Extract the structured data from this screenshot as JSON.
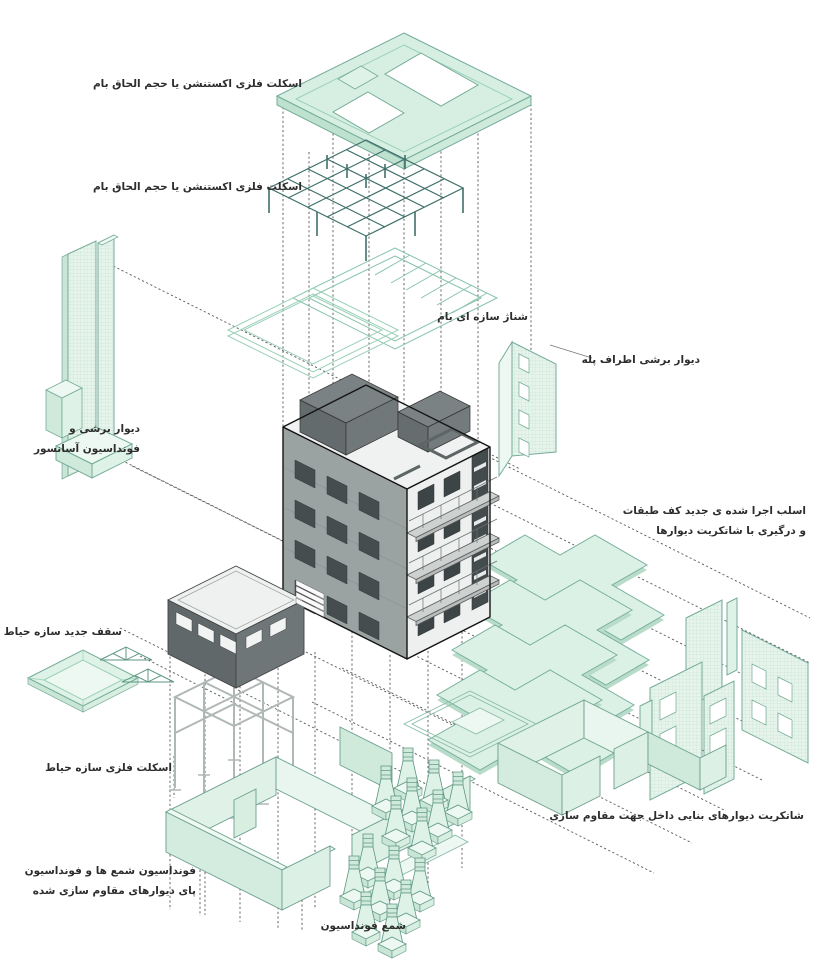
{
  "colors": {
    "mint_fill": "#d6efe2",
    "mint_light": "#ecf8f1",
    "mint_side": "#bfe2d0",
    "teal_stroke": "#74ab99",
    "steel_frame_teal": "#3f6f69",
    "building_gray": "#9aa2a2",
    "building_light_face": "#eef0ef",
    "building_dark_walls": "#5d6567",
    "courtyard_frame_gray": "#b0b8b7",
    "projection_line": "#5a5a5a",
    "text": "#2d2d2d"
  },
  "labels": {
    "roof_volume_top": "اسکلت فلزی اکستنشن یا حجم الحاق بام",
    "roof_volume_frame": "اسکلت فلزی اکستنشن یا حجم الحاق بام",
    "roof_tie": "شناژ سازه ای بام",
    "stair_shear_wall": "دیوار برشی  اطراف پله",
    "elevator_line1": "دیوار برشی و",
    "elevator_line2": "فونداسیون آسانسور",
    "slabs_line1": "اسلب اجرا شده ی جدید کف طبقات",
    "slabs_line2": "و درگیری با شاتکریت دیوارها",
    "shotcrete_walls": "شاتکریت دیوارهای بنایی داخل جهت مقاوم سازی",
    "courtyard_roof": "سقف جدید سازه حیاط",
    "courtyard_frame": "اسکلت فلزی سازه حیاط",
    "foundation_line1": "فونداسیون شمع ها و فونداسیون",
    "foundation_line2": "پای دیوارهای مقاوم سازی شده",
    "pile": "شمع فونداسیون"
  }
}
